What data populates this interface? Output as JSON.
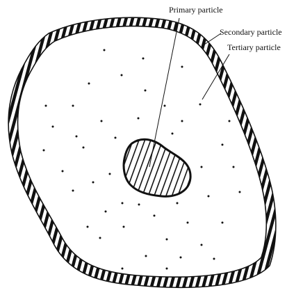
{
  "diagram": {
    "labels": {
      "primary": "Primary particle",
      "secondary": "Secondary particle",
      "tertiary": "Tertiary particle"
    },
    "colors": {
      "ink": "#111111",
      "background": "#ffffff"
    }
  }
}
